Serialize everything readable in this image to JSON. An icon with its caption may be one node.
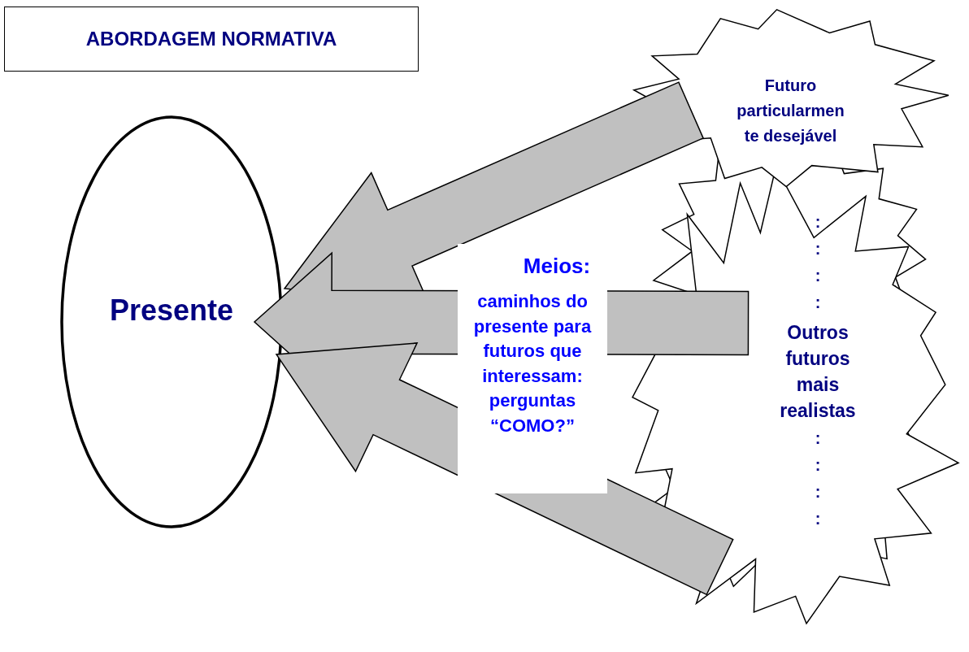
{
  "diagram": {
    "title": "ABORDAGEM NORMATIVA",
    "nodes": [
      {
        "text": [
          "Presente"
        ]
      },
      {
        "text": [
          "Futuro particularmente desejável"
        ]
      },
      {
        "text": [
          ": : : :",
          "Outros futuros mais realistas",
          ": : : :"
        ]
      }
    ],
    "edges": [
      {
        "from": 1,
        "to": 0,
        "arrow": "to",
        "style": "thick"
      },
      {
        "from": 2,
        "to": 0,
        "arrow": "to",
        "style": "thick"
      },
      {
        "from": 2,
        "to": 0,
        "arrow": "to",
        "style": "thick"
      }
    ],
    "labels": [
      "Meios:",
      "caminhos do presente para futuros que interessam: perguntas “COMO?”"
    ]
  }
}
